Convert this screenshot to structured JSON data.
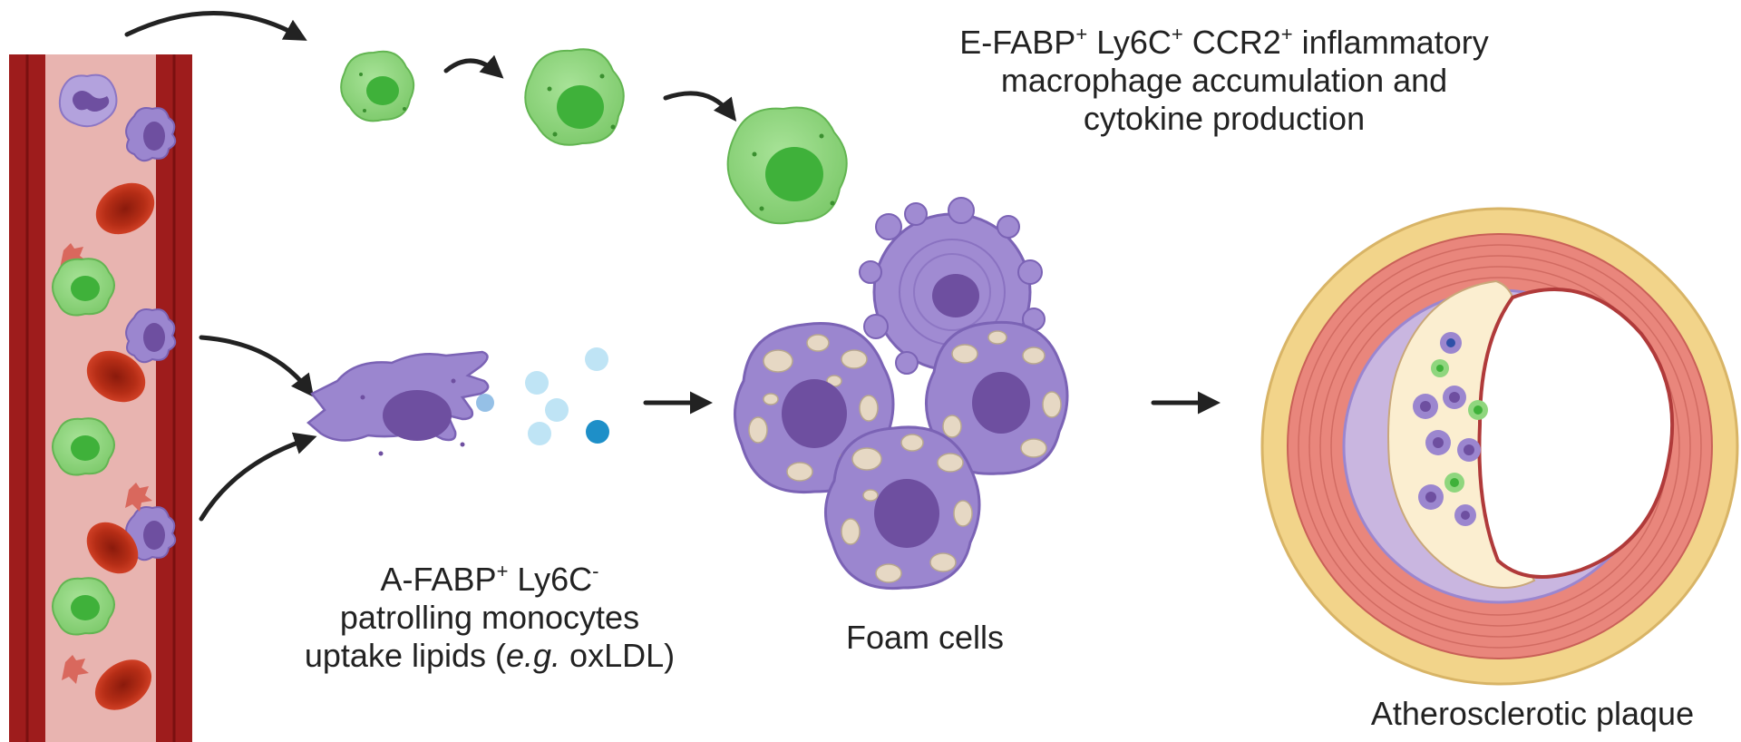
{
  "labels": {
    "inflammatory": {
      "line1_parts": [
        "E-FABP",
        "+",
        " Ly6C",
        "+",
        " CCR2",
        "+",
        " inflammatory"
      ],
      "line2": "macrophage accumulation and",
      "line3": "cytokine production"
    },
    "patrolling": {
      "line1_parts": [
        "A-FABP",
        "+",
        " Ly6C",
        "-"
      ],
      "line2": "patrolling monocytes",
      "line3_prefix": "uptake lipids (",
      "line3_italic": "e.g.",
      "line3_suffix": " oxLDL)"
    },
    "foam_cells": "Foam cells",
    "plaque": "Atherosclerotic plaque"
  },
  "colors": {
    "vessel_wall": "#9e1c1c",
    "vessel_lumen": "#e8b4b0",
    "green_cell": "#8fd67e",
    "green_nucleus": "#3fb13a",
    "purple_cell": "#9b86cf",
    "purple_nucleus": "#6e4fa0",
    "rbc": "#c8371e",
    "platelet": "#d9685d",
    "lipid_light": "#bfe4f5",
    "lipid_dark": "#1e8fc8",
    "foam_vacuole": "#e6d8c4",
    "artery_outer": "#f2d48a",
    "artery_media": "#e9867c",
    "plaque_core": "#fbeed0",
    "arrow": "#222222"
  }
}
